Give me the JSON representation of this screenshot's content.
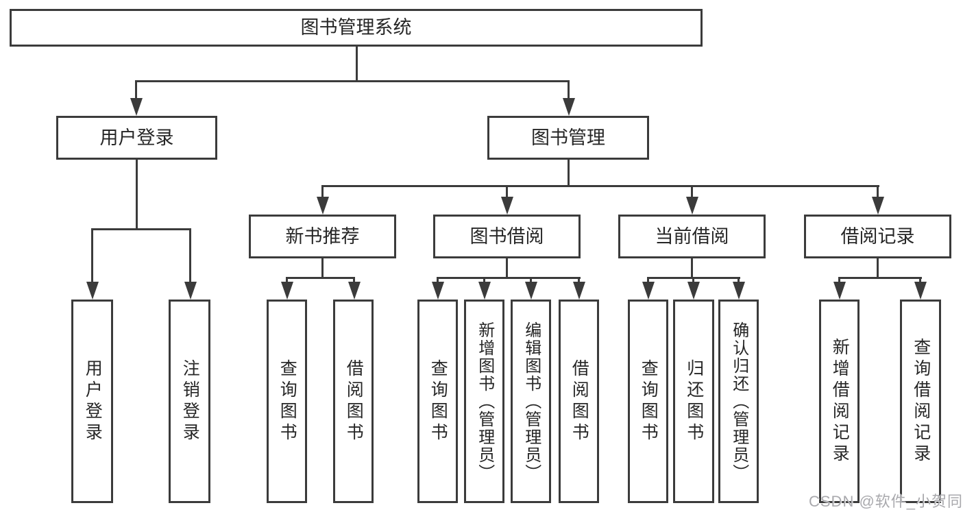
{
  "diagram": {
    "type": "hierarchy-flowchart",
    "colors": {
      "line": "#3b3b3b",
      "text": "#262626",
      "bg": "#ffffff",
      "watermark": "#a9a9ad"
    },
    "root": {
      "label": "图书管理系统"
    },
    "level2": [
      {
        "label": "用户登录"
      },
      {
        "label": "图书管理"
      }
    ],
    "level3": [
      {
        "label": "新书推荐"
      },
      {
        "label": "图书借阅"
      },
      {
        "label": "当前借阅"
      },
      {
        "label": "借阅记录"
      }
    ],
    "leaves": {
      "user_login": [
        "用户登录",
        "注销登录"
      ],
      "new_book": [
        "查询图书",
        "借阅图书"
      ],
      "book_borrow": [
        "查询图书",
        "新增图书（管理员）",
        "编辑图书（管理员）",
        "借阅图书"
      ],
      "current_borrow": [
        "查询图书",
        "归还图书",
        "确认归还（管理员）"
      ],
      "borrow_record": [
        "新增借阅记录",
        "查询借阅记录"
      ]
    },
    "watermark": {
      "label": "CSDN @软件_小贺同学"
    }
  }
}
